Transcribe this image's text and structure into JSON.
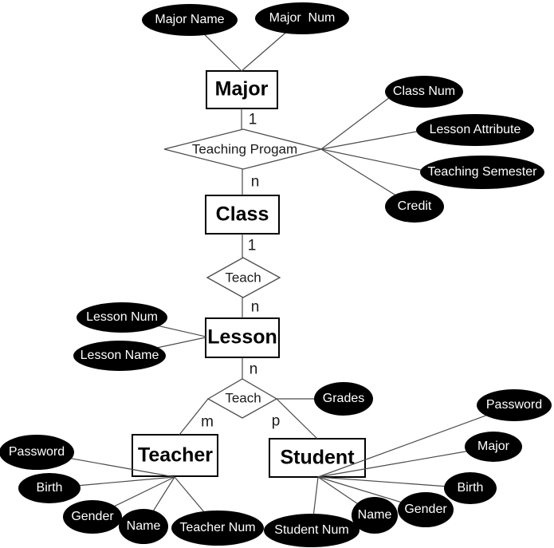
{
  "diagram": {
    "entities": [
      {
        "label": "Major"
      },
      {
        "label": "Class"
      },
      {
        "label": "Lesson"
      },
      {
        "label": "Teacher"
      },
      {
        "label": "Student"
      }
    ],
    "relationships": [
      {
        "label": "Teaching Progam",
        "connects": [
          "Major",
          "Class"
        ],
        "cardinality": [
          "1",
          "n"
        ]
      },
      {
        "label": "Teach",
        "connects": [
          "Class",
          "Lesson"
        ],
        "cardinality": [
          "1",
          "n"
        ]
      },
      {
        "label": "Teach",
        "connects": [
          "Lesson",
          "Teacher",
          "Student"
        ],
        "cardinality": [
          "n",
          "m",
          "p"
        ]
      }
    ],
    "attributes": [
      {
        "label": "Major Name",
        "owner": "Major"
      },
      {
        "label": "Major  Num",
        "owner": "Major"
      },
      {
        "label": "Class Num",
        "owner": "Teaching Progam"
      },
      {
        "label": "Lesson Attribute",
        "owner": "Teaching Progam"
      },
      {
        "label": "Teaching Semester",
        "owner": "Teaching Progam"
      },
      {
        "label": "Credit",
        "owner": "Teaching Progam"
      },
      {
        "label": "Lesson Num",
        "owner": "Lesson"
      },
      {
        "label": "Lesson Name",
        "owner": "Lesson"
      },
      {
        "label": "Grades",
        "owner": "Teach"
      },
      {
        "label": "Password",
        "owner": "Teacher"
      },
      {
        "label": "Birth",
        "owner": "Teacher"
      },
      {
        "label": "Gender",
        "owner": "Teacher"
      },
      {
        "label": "Name",
        "owner": "Teacher"
      },
      {
        "label": "Teacher Num",
        "owner": "Teacher"
      },
      {
        "label": "Student Num",
        "owner": "Student"
      },
      {
        "label": "Name",
        "owner": "Student"
      },
      {
        "label": "Gender",
        "owner": "Student"
      },
      {
        "label": "Birth",
        "owner": "Student"
      },
      {
        "label": "Major",
        "owner": "Student"
      },
      {
        "label": "Password",
        "owner": "Student"
      }
    ],
    "cardinality_labels": [
      "1",
      "n",
      "1",
      "n",
      "n",
      "m",
      "p"
    ]
  },
  "colors": {
    "background": "#ffffff",
    "attribute_fill": "#000000",
    "attribute_text": "#ffffff",
    "entity_fill": "#ffffff",
    "entity_border": "#000000",
    "relationship_border": "#4a4a4a",
    "line": "#4a4a4a",
    "text": "#1a1a1a"
  }
}
